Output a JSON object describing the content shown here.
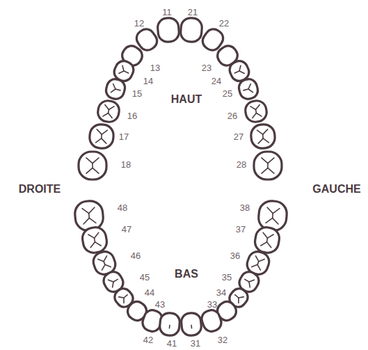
{
  "diagram": {
    "labels": [
      "11",
      "21",
      "12",
      "22",
      "13",
      "23",
      "14",
      "24",
      "15",
      "25",
      "HAUT",
      "16",
      "26",
      "17",
      "27",
      "18",
      "28",
      "DROITE",
      "GAUCHE",
      "48",
      "38",
      "47",
      "37",
      "46",
      "36",
      "45",
      "35",
      "BAS",
      "44",
      "34",
      "43",
      "33",
      "42",
      "32",
      "41",
      "31"
    ]
  }
}
